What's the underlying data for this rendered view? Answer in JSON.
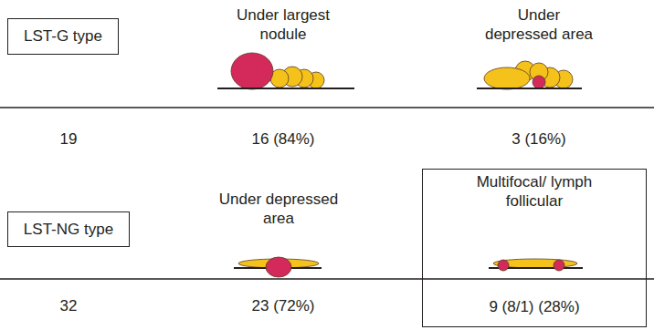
{
  "diagram": {
    "nodes": [
      {
        "text": [
          "LST-G type"
        ]
      },
      {
        "text": [
          "LST-NG type"
        ]
      },
      {
        "text": [
          "Multifocal/ lymph follicular",
          "9 (8/1) (28%)"
        ]
      }
    ],
    "labels": [
      "Under largest nodule",
      "Under depressed area",
      "19",
      "16 (84%)",
      "3 (16%)",
      "Under depressed area",
      "32",
      "23 (72%)"
    ]
  }
}
